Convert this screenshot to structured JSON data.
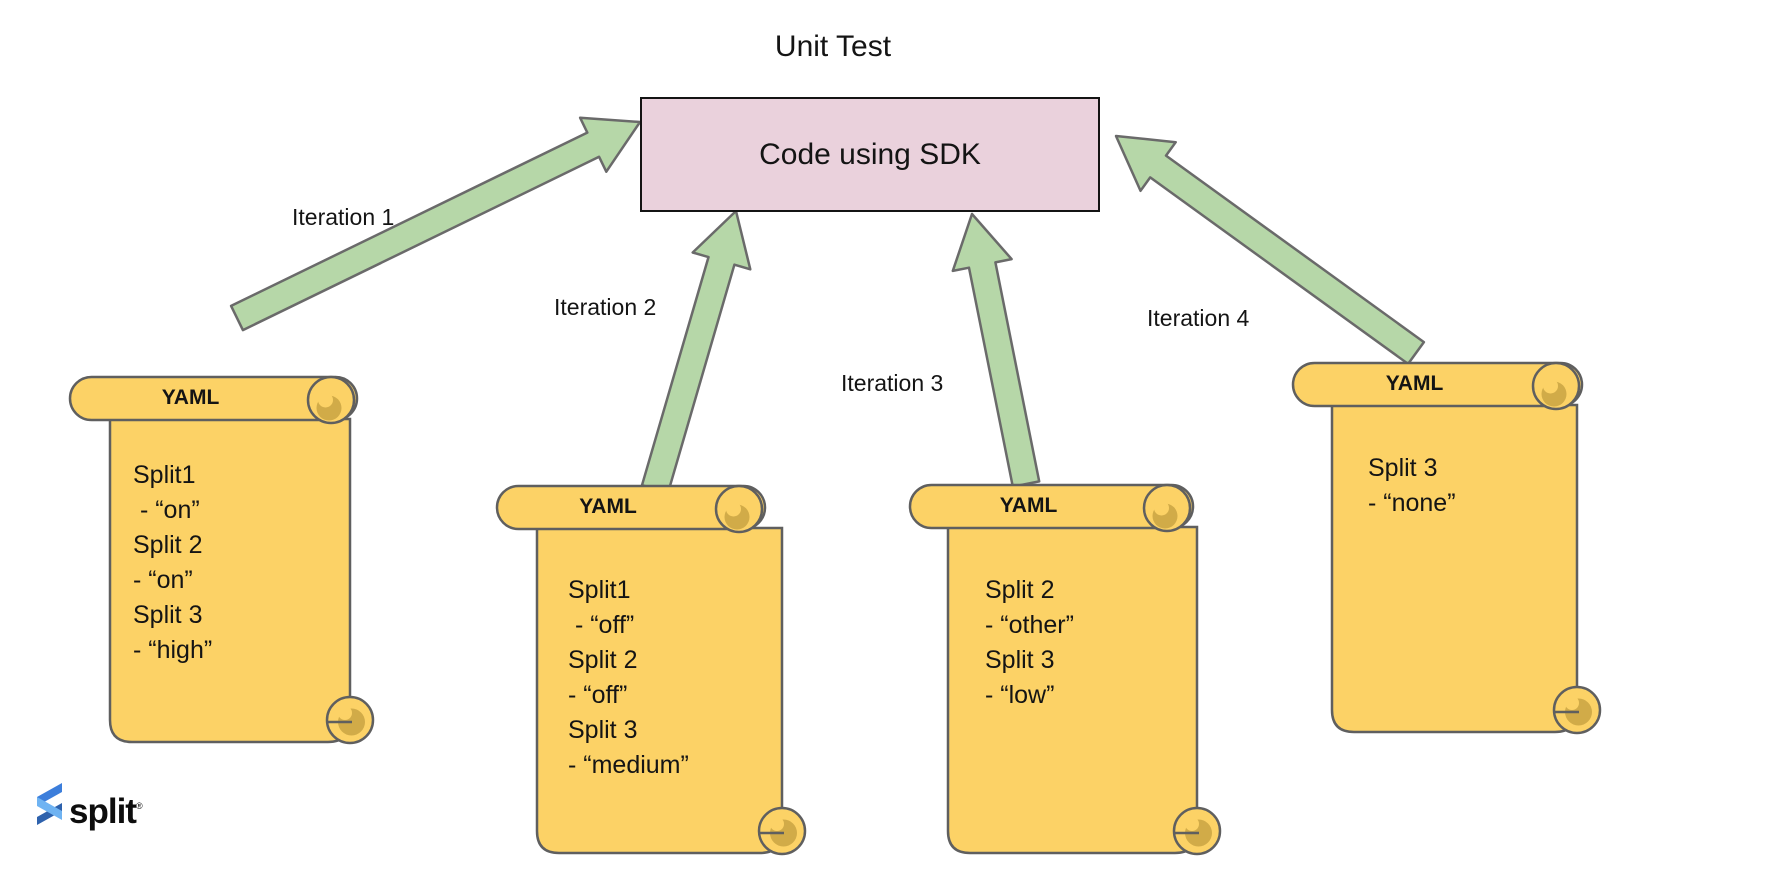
{
  "title": "Unit Test",
  "box": {
    "label": "Code using SDK"
  },
  "iterations": [
    {
      "label": "Iteration 1"
    },
    {
      "label": "Iteration 2"
    },
    {
      "label": "Iteration 3"
    },
    {
      "label": "Iteration 4"
    }
  ],
  "scrolls": [
    {
      "tag": "YAML",
      "lines": [
        "Split1",
        " - “on”",
        "Split 2",
        "- “on”",
        "Split 3",
        "- “high”"
      ]
    },
    {
      "tag": "YAML",
      "lines": [
        "Split1",
        " - “off”",
        "Split 2",
        "- “off”",
        "Split 3",
        "- “medium”"
      ]
    },
    {
      "tag": "YAML",
      "lines": [
        "Split 2",
        "- “other”",
        "Split 3",
        "- “low”"
      ]
    },
    {
      "tag": "YAML",
      "lines": [
        "Split 3",
        "- “none”"
      ]
    }
  ],
  "logo": {
    "text": "split",
    "trademark": "®"
  },
  "colors": {
    "background": "#ffffff",
    "box_fill": "#ead1dc",
    "box_border": "#141414",
    "arrow_fill": "#b6d7a8",
    "arrow_stroke": "#6a6a6a",
    "scroll_fill": "#fcd266",
    "scroll_curl": "#d1ab48",
    "scroll_stroke": "#5f5f5f",
    "logo_blue_top": "#3c7edb",
    "logo_blue_light": "#6fb3f2",
    "logo_blue_dark": "#2e62ad",
    "text": "#141414"
  }
}
